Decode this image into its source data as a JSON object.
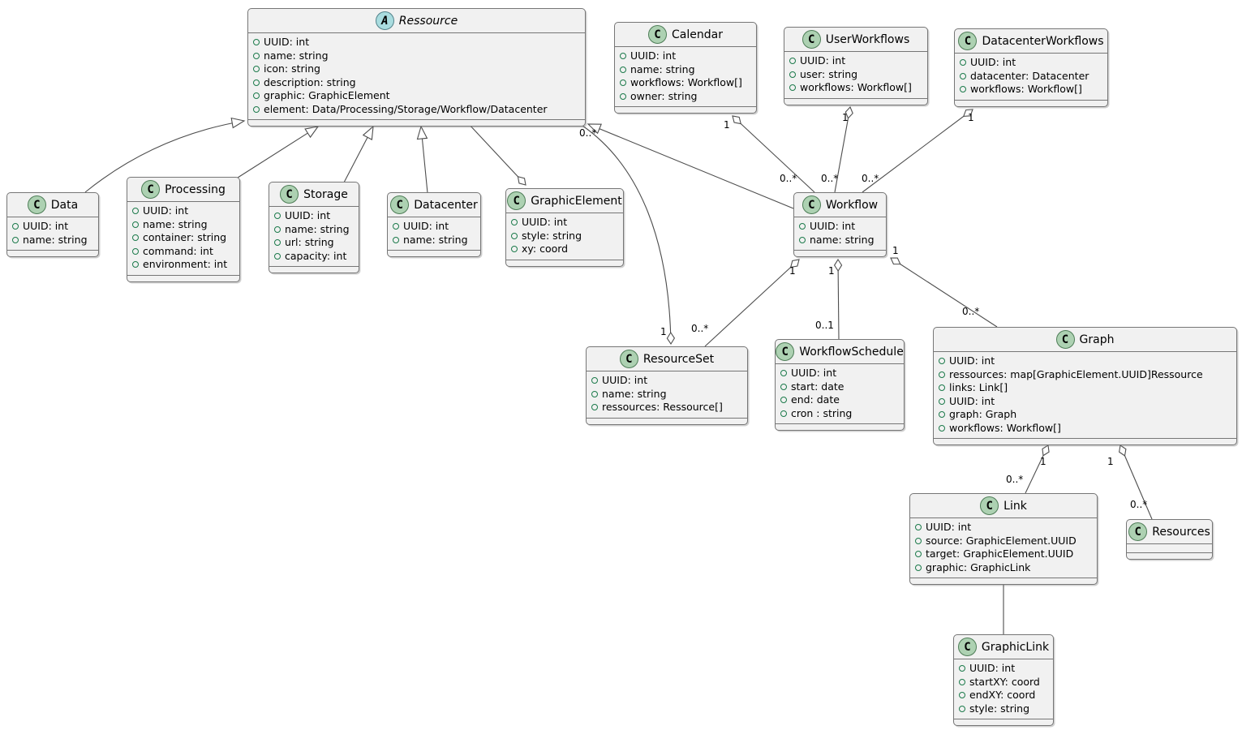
{
  "diagram": {
    "icon_letters": {
      "class": "C",
      "abstract": "A"
    },
    "classes": {
      "ressource": {
        "name": "Ressource",
        "stereotype": "abstract",
        "attributes": [
          "UUID: int",
          "name: string",
          "icon: string",
          "description: string",
          "graphic: GraphicElement",
          "element: Data/Processing/Storage/Workflow/Datacenter"
        ]
      },
      "calendar": {
        "name": "Calendar",
        "stereotype": "class",
        "attributes": [
          "UUID: int",
          "name: string",
          "workflows: Workflow[]",
          "owner: string"
        ]
      },
      "userWorkflows": {
        "name": "UserWorkflows",
        "stereotype": "class",
        "attributes": [
          "UUID: int",
          "user: string",
          "workflows: Workflow[]"
        ]
      },
      "datacenterWorkflows": {
        "name": "DatacenterWorkflows",
        "stereotype": "class",
        "attributes": [
          "UUID: int",
          "datacenter: Datacenter",
          "workflows: Workflow[]"
        ]
      },
      "data": {
        "name": "Data",
        "stereotype": "class",
        "attributes": [
          "UUID: int",
          "name: string"
        ]
      },
      "processing": {
        "name": "Processing",
        "stereotype": "class",
        "attributes": [
          "UUID: int",
          "name: string",
          "container: string",
          "command: int",
          "environment: int"
        ]
      },
      "storage": {
        "name": "Storage",
        "stereotype": "class",
        "attributes": [
          "UUID: int",
          "name: string",
          "url: string",
          "capacity: int"
        ]
      },
      "datacenter": {
        "name": "Datacenter",
        "stereotype": "class",
        "attributes": [
          "UUID: int",
          "name: string"
        ]
      },
      "graphicElement": {
        "name": "GraphicElement",
        "stereotype": "class",
        "attributes": [
          "UUID: int",
          "style: string",
          "xy: coord"
        ]
      },
      "workflow": {
        "name": "Workflow",
        "stereotype": "class",
        "attributes": [
          "UUID: int",
          "name: string"
        ]
      },
      "resourceSet": {
        "name": "ResourceSet",
        "stereotype": "class",
        "attributes": [
          "UUID: int",
          "name: string",
          "ressources: Ressource[]"
        ]
      },
      "workflowSchedule": {
        "name": "WorkflowSchedule",
        "stereotype": "class",
        "attributes": [
          "UUID: int",
          "start: date",
          "end: date",
          "cron : string"
        ]
      },
      "graph": {
        "name": "Graph",
        "stereotype": "class",
        "attributes": [
          "UUID: int",
          "ressources: map[GraphicElement.UUID]Ressource",
          "links: Link[]",
          "UUID: int",
          "graph: Graph",
          "workflows: Workflow[]"
        ]
      },
      "link": {
        "name": "Link",
        "stereotype": "class",
        "attributes": [
          "UUID: int",
          "source: GraphicElement.UUID",
          "target: GraphicElement.UUID",
          "graphic: GraphicLink"
        ]
      },
      "resources": {
        "name": "Resources",
        "stereotype": "class",
        "attributes": []
      },
      "graphicLink": {
        "name": "GraphicLink",
        "stereotype": "class",
        "attributes": [
          "UUID: int",
          "startXY: coord",
          "endXY: coord",
          "style: string"
        ]
      }
    },
    "labels": {
      "res_rs_many": "0..*",
      "res_rs_one": "1",
      "cal_one": "1",
      "cal_many": "0..*",
      "uw_one": "1",
      "uw_many": "0..*",
      "dw_one": "1",
      "dw_many": "0..*",
      "wf_rs_one": "1",
      "wf_rs_many": "0..*",
      "wf_ws_one": "1",
      "wf_ws_opt": "0..1",
      "wf_g_one": "1",
      "wf_g_many": "0..*",
      "g_l_one": "1",
      "g_l_many": "0..*",
      "g_r_one": "1",
      "g_r_many": "0..*"
    }
  }
}
